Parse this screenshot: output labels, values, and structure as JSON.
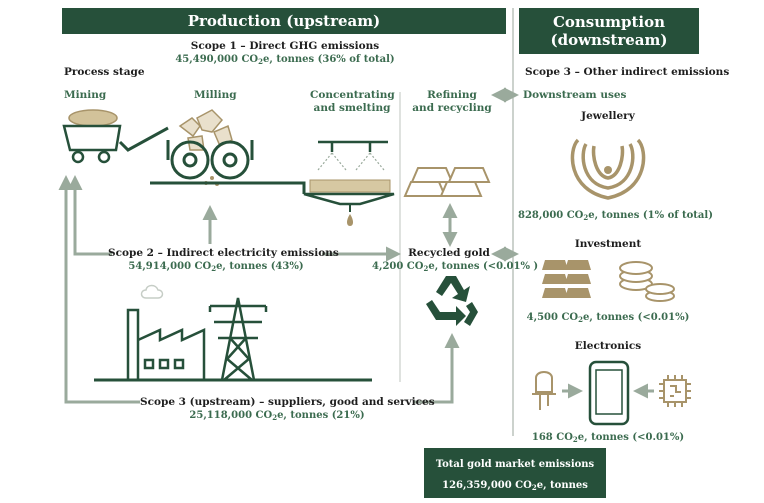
{
  "headers": {
    "production": "Production (upstream)",
    "consumption_l1": "Consumption",
    "consumption_l2": "(downstream)"
  },
  "scope1": {
    "title": "Scope 1 – Direct GHG emissions",
    "value_pre": "45,490,000 CO",
    "value_post": "e, tonnes (36% of total)"
  },
  "process_stage": "Process stage",
  "stages": {
    "mining": "Mining",
    "milling": "Milling",
    "concentrating_l1": "Concentrating",
    "concentrating_l2": "and smelting",
    "refining_l1": "Refining",
    "refining_l2": "and recycling",
    "downstream_uses": "Downstream uses"
  },
  "scope3_down": "Scope 3 – Other indirect emissions",
  "jewellery": {
    "title": "Jewellery",
    "value_pre": "828,000 CO",
    "value_post": "e, tonnes (1% of total)"
  },
  "scope2": {
    "title": "Scope 2 – Indirect electricity emissions",
    "value_pre": "54,914,000 CO",
    "value_post": "e, tonnes (43%)"
  },
  "recycled": {
    "title": "Recycled gold",
    "value_pre": "4,200 CO",
    "value_post": "e, tonnes (<0.01% )"
  },
  "investment": {
    "title": "Investment",
    "value_pre": "4,500 CO",
    "value_post": "e, tonnes (<0.01%)"
  },
  "electronics": {
    "title": "Electronics",
    "value_pre": "168 CO",
    "value_post": "e, tonnes (<0.01%)"
  },
  "scope3_up": {
    "title": "Scope 3 (upstream) – suppliers, good and services",
    "value_pre": "25,118,000 CO",
    "value_post": "e, tonnes (21%)"
  },
  "total": {
    "title": "Total gold market emissions",
    "value_pre": "126,359,000 CO",
    "value_post": "e, tonnes"
  },
  "co2_sub": "2",
  "colors": {
    "dark_green": "#26503a",
    "mid_green": "#3b6b4f",
    "gold": "#a8946a",
    "grey_arrow": "#9aaa9c"
  }
}
